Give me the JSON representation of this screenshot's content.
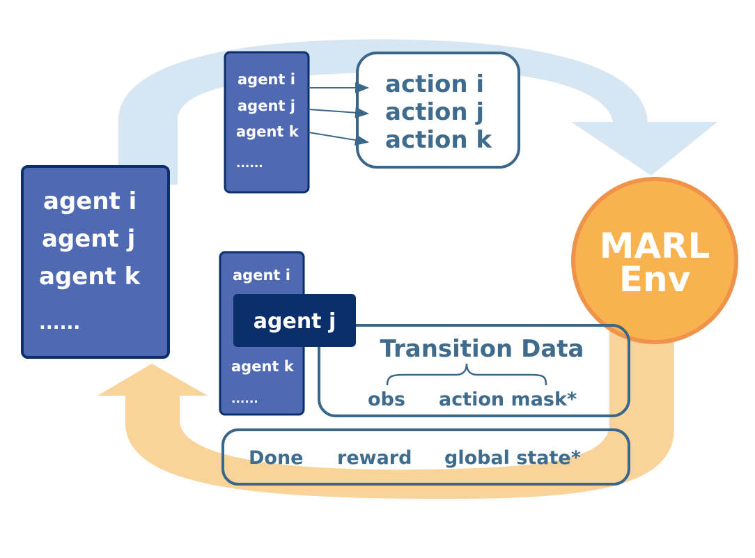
{
  "left_group": {
    "items": [
      "agent i",
      "agent j",
      "agent k",
      "......"
    ]
  },
  "top_group": {
    "agents": [
      "agent i",
      "agent j",
      "agent k",
      "......"
    ],
    "actions": [
      "action i",
      "action j",
      "action k"
    ]
  },
  "env": {
    "line1": "MARL",
    "line2": "Env"
  },
  "bottom_group": {
    "agents": [
      "agent i",
      "agent j",
      "agent k",
      "......"
    ],
    "transition_title": "Transition Data",
    "obs": "obs",
    "action_mask": "action mask*",
    "done": "Done",
    "reward": "reward",
    "global_state": "global state*"
  },
  "colors": {
    "agent_blue": "#4f6ab3",
    "agent_dark": "#0a2f6b",
    "box_border": "#3a6689",
    "text_teal": "#3f6b8c",
    "flow_blue": "#d6e6f3",
    "flow_orange": "#f9d49a",
    "env_orange": "#f8b250",
    "env_border": "#f0934a"
  }
}
